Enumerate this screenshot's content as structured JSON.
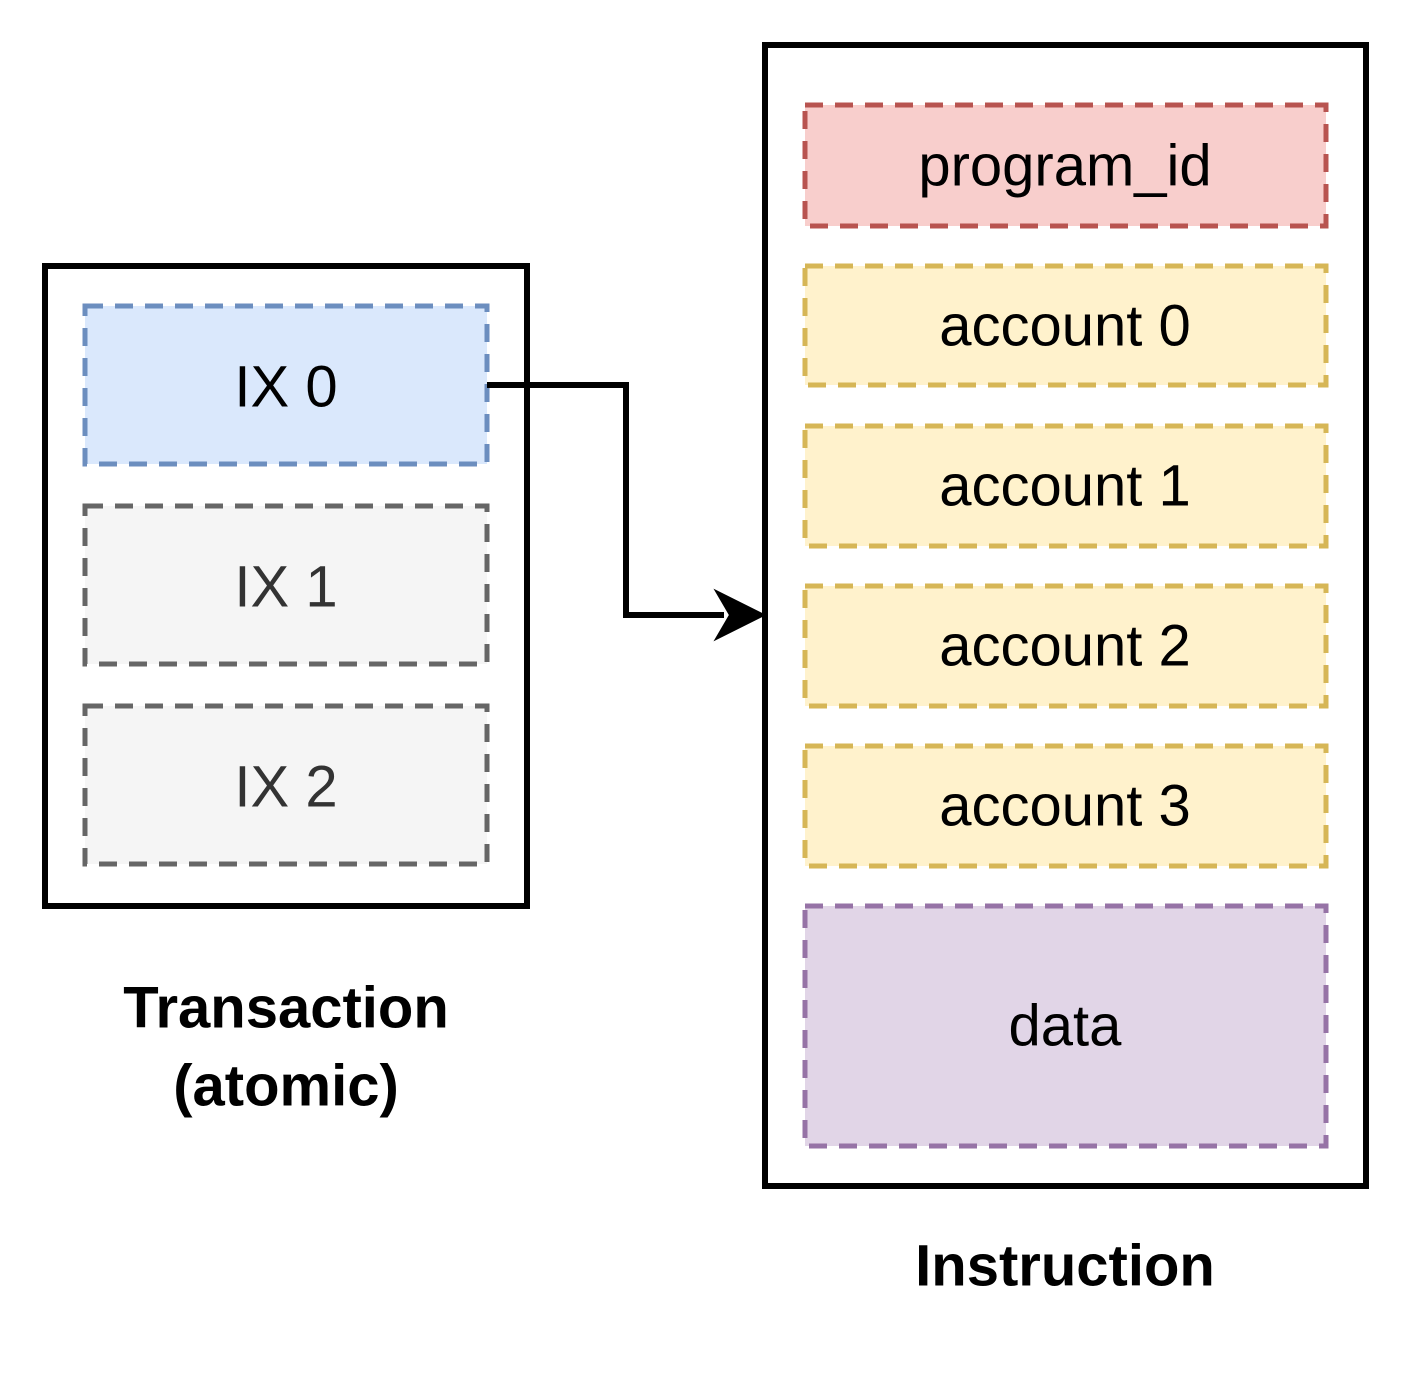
{
  "transaction": {
    "items": [
      {
        "label": "IX 0",
        "fill": "#dae8fc",
        "stroke": "#6c8ebf",
        "text_color": "#000000"
      },
      {
        "label": "IX 1",
        "fill": "#f5f5f5",
        "stroke": "#666666",
        "text_color": "#333333"
      },
      {
        "label": "IX 2",
        "fill": "#f5f5f5",
        "stroke": "#666666",
        "text_color": "#333333"
      }
    ],
    "caption_line1": "Transaction",
    "caption_line2": "(atomic)"
  },
  "instruction": {
    "fields": [
      {
        "label": "program_id",
        "fill": "#f8cecc",
        "stroke": "#b85450"
      },
      {
        "label": "account 0",
        "fill": "#fff2cc",
        "stroke": "#d6b656"
      },
      {
        "label": "account 1",
        "fill": "#fff2cc",
        "stroke": "#d6b656"
      },
      {
        "label": "account 2",
        "fill": "#fff2cc",
        "stroke": "#d6b656"
      },
      {
        "label": "account 3",
        "fill": "#fff2cc",
        "stroke": "#d6b656"
      },
      {
        "label": "data",
        "fill": "#e1d5e7",
        "stroke": "#9673a6"
      }
    ],
    "caption": "Instruction"
  },
  "colors": {
    "frame_stroke": "#000000",
    "arrow": "#000000",
    "background": "#ffffff"
  }
}
